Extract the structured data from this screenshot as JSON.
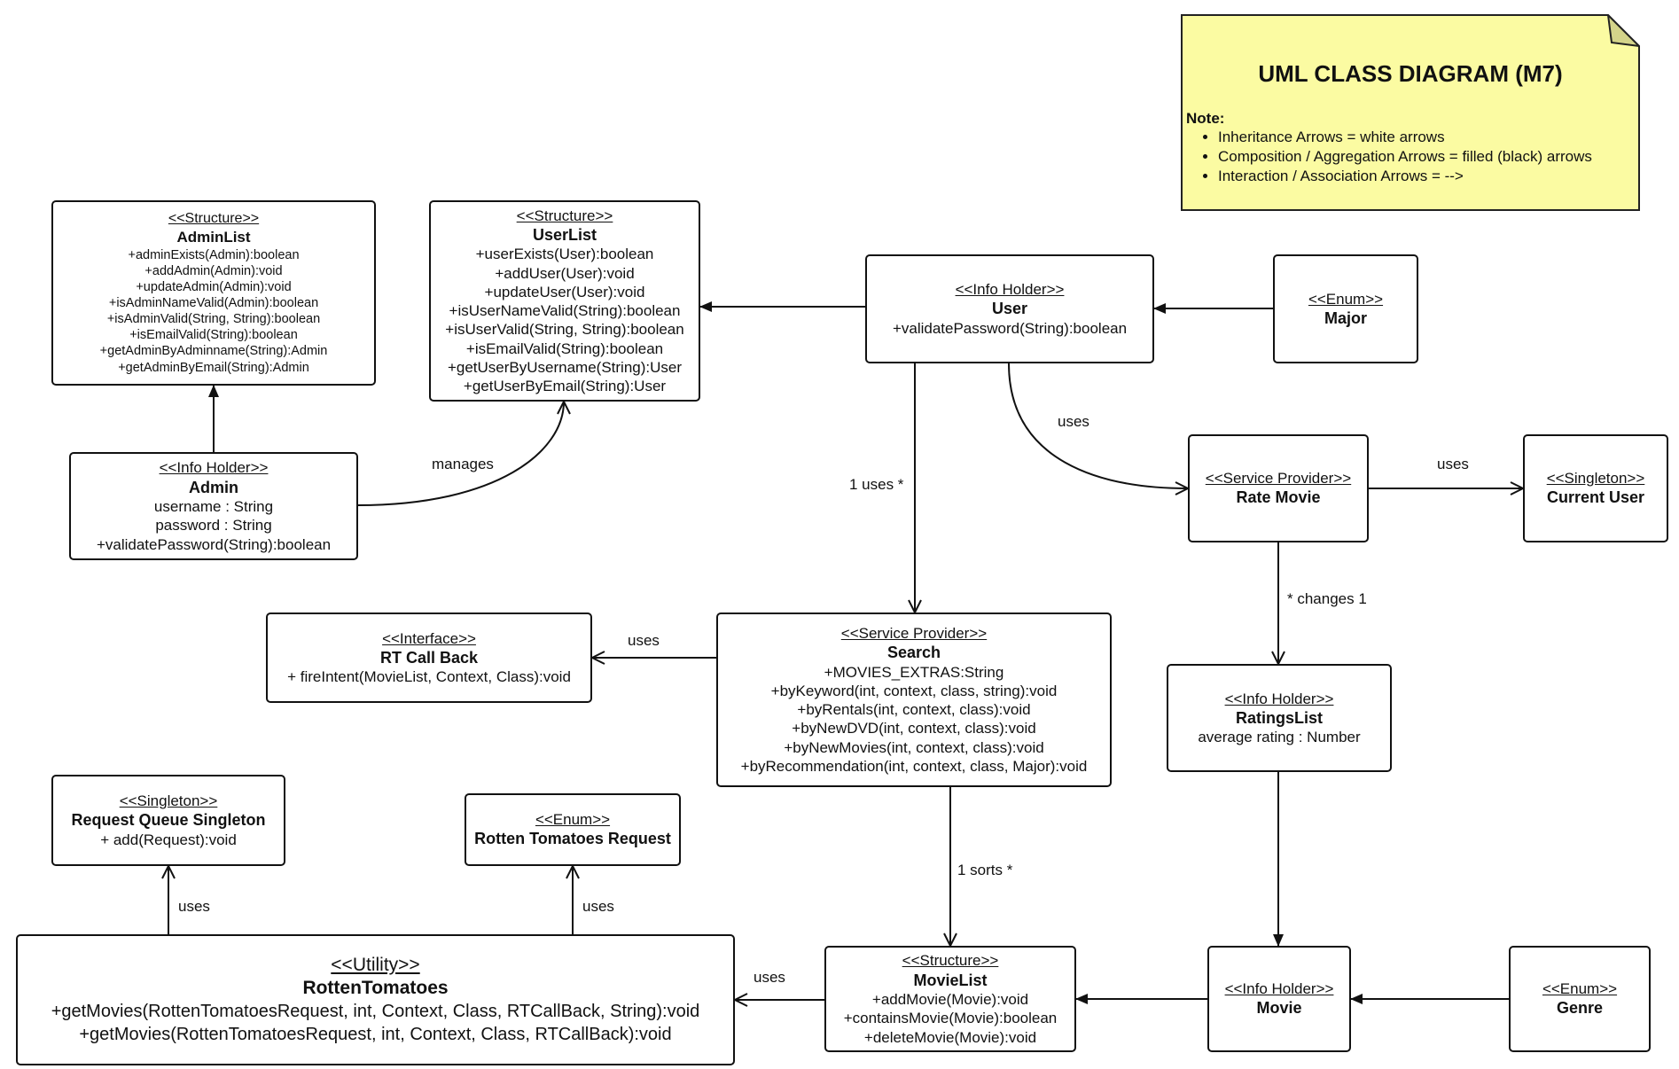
{
  "note": {
    "title": "UML CLASS DIAGRAM (M7)",
    "subtitle": "Note:",
    "items": [
      "Inheritance Arrows = white arrows",
      "Composition / Aggregation Arrows = filled (black) arrows",
      "Interaction / Association Arrows =  -->"
    ]
  },
  "classes": {
    "adminlist": {
      "stereotype": "<<Structure>>",
      "name": "AdminList",
      "members": [
        "+adminExists(Admin):boolean",
        "+addAdmin(Admin):void",
        "+updateAdmin(Admin):void",
        "+isAdminNameValid(Admin):boolean",
        "+isAdminValid(String, String):boolean",
        "+isEmailValid(String):boolean",
        "+getAdminByAdminname(String):Admin",
        "+getAdminByEmail(String):Admin"
      ]
    },
    "userlist": {
      "stereotype": "<<Structure>>",
      "name": "UserList",
      "members": [
        "+userExists(User):boolean",
        "+addUser(User):void",
        "+updateUser(User):void",
        "+isUserNameValid(String):boolean",
        "+isUserValid(String, String):boolean",
        "+isEmailValid(String):boolean",
        "+getUserByUsername(String):User",
        "+getUserByEmail(String):User"
      ]
    },
    "user": {
      "stereotype": "<<Info Holder>>",
      "name": "User",
      "members": [
        "+validatePassword(String):boolean"
      ]
    },
    "major": {
      "stereotype": "<<Enum>>",
      "name": "Major",
      "members": []
    },
    "admin": {
      "stereotype": "<<Info Holder>>",
      "name": "Admin",
      "members": [
        "username : String",
        "password : String",
        "+validatePassword(String):boolean"
      ]
    },
    "ratemovie": {
      "stereotype": "<<Service Provider>>",
      "name": "Rate Movie",
      "members": []
    },
    "currentuser": {
      "stereotype": "<<Singleton>>",
      "name": "Current User",
      "members": []
    },
    "rtcallback": {
      "stereotype": "<<Interface>>",
      "name": "RT Call Back",
      "members": [
        "+ fireIntent(MovieList, Context, Class):void"
      ]
    },
    "search": {
      "stereotype": "<<Service Provider>>",
      "name": "Search",
      "members": [
        "+MOVIES_EXTRAS:String",
        "+byKeyword(int, context, class, string):void",
        "+byRentals(int, context, class):void",
        "+byNewDVD(int, context, class):void",
        "+byNewMovies(int, context, class):void",
        "+byRecommendation(int, context, class, Major):void"
      ]
    },
    "ratingslist": {
      "stereotype": "<<Info Holder>>",
      "name": "RatingsList",
      "members": [
        "average rating : Number"
      ]
    },
    "requestqueue": {
      "stereotype": "<<Singleton>>",
      "name": "Request Queue Singleton",
      "members": [
        "+ add(Request):void"
      ]
    },
    "rtrequest": {
      "stereotype": "<<Enum>>",
      "name": "Rotten Tomatoes Request",
      "members": []
    },
    "rottentomatoes": {
      "stereotype": "<<Utility>>",
      "name": "RottenTomatoes",
      "members": [
        "+getMovies(RottenTomatoesRequest, int, Context, Class, RTCallBack, String):void",
        "+getMovies(RottenTomatoesRequest, int, Context, Class, RTCallBack):void"
      ]
    },
    "movielist": {
      "stereotype": "<<Structure>>",
      "name": "MovieList",
      "members": [
        "+addMovie(Movie):void",
        "+containsMovie(Movie):boolean",
        "+deleteMovie(Movie):void"
      ]
    },
    "movie": {
      "stereotype": "<<Info Holder>>",
      "name": "Movie",
      "members": []
    },
    "genre": {
      "stereotype": "<<Enum>>",
      "name": "Genre",
      "members": []
    }
  },
  "labels": {
    "manages": "manages",
    "user_uses_ratemovie": "uses",
    "one_uses_many": "1 uses *",
    "ratemovie_uses_currentuser": "uses",
    "many_changes_one": "* changes 1",
    "search_uses_rtcallback": "uses",
    "one_sorts_many": "1 sorts *",
    "rt_uses_requestqueue": "uses",
    "rt_uses_rtrequest": "uses",
    "movielist_uses_rt": "uses"
  }
}
